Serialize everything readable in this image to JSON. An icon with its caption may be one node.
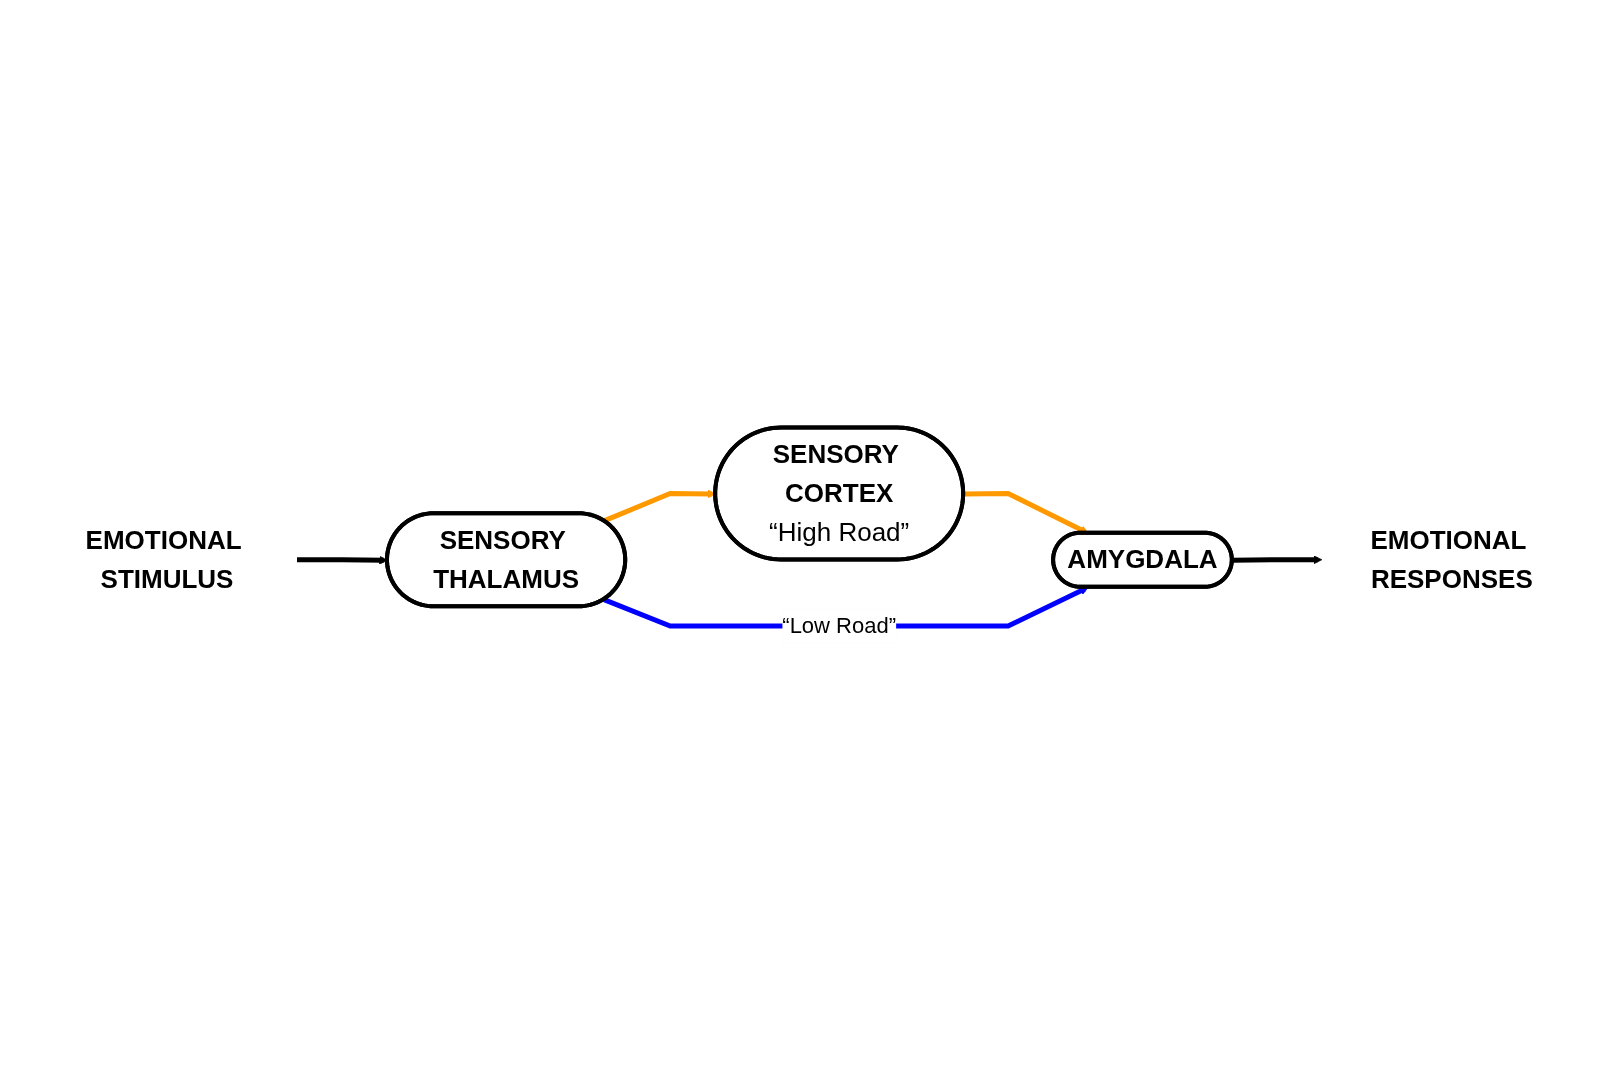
{
  "diagram": {
    "nodes": [
      {
        "text": [
          "SENSORY CORTEX",
          "“High Road”"
        ]
      },
      {
        "text": [
          "SENSORY THALAMUS"
        ]
      },
      {
        "text": [
          "AMYGDALA"
        ]
      },
      {
        "text": [
          "EMOTIONAL STIMULUS"
        ]
      },
      {
        "text": [
          "EMOTIONAL RESPONSES"
        ]
      }
    ],
    "edges": [
      {
        "from": 1,
        "to": 0,
        "arrow": "to",
        "color": "#ff9900"
      },
      {
        "from": 0,
        "to": 2,
        "arrow": "to",
        "color": "#ff9900"
      },
      {
        "from": 1,
        "to": 2,
        "arrow": "to",
        "label": "“Low Road”",
        "color": "#0000ff"
      },
      {
        "from": 3,
        "to": 1,
        "arrow": "to",
        "color": "#000000"
      },
      {
        "from": 2,
        "to": 4,
        "arrow": "to",
        "color": "#000000"
      }
    ]
  }
}
